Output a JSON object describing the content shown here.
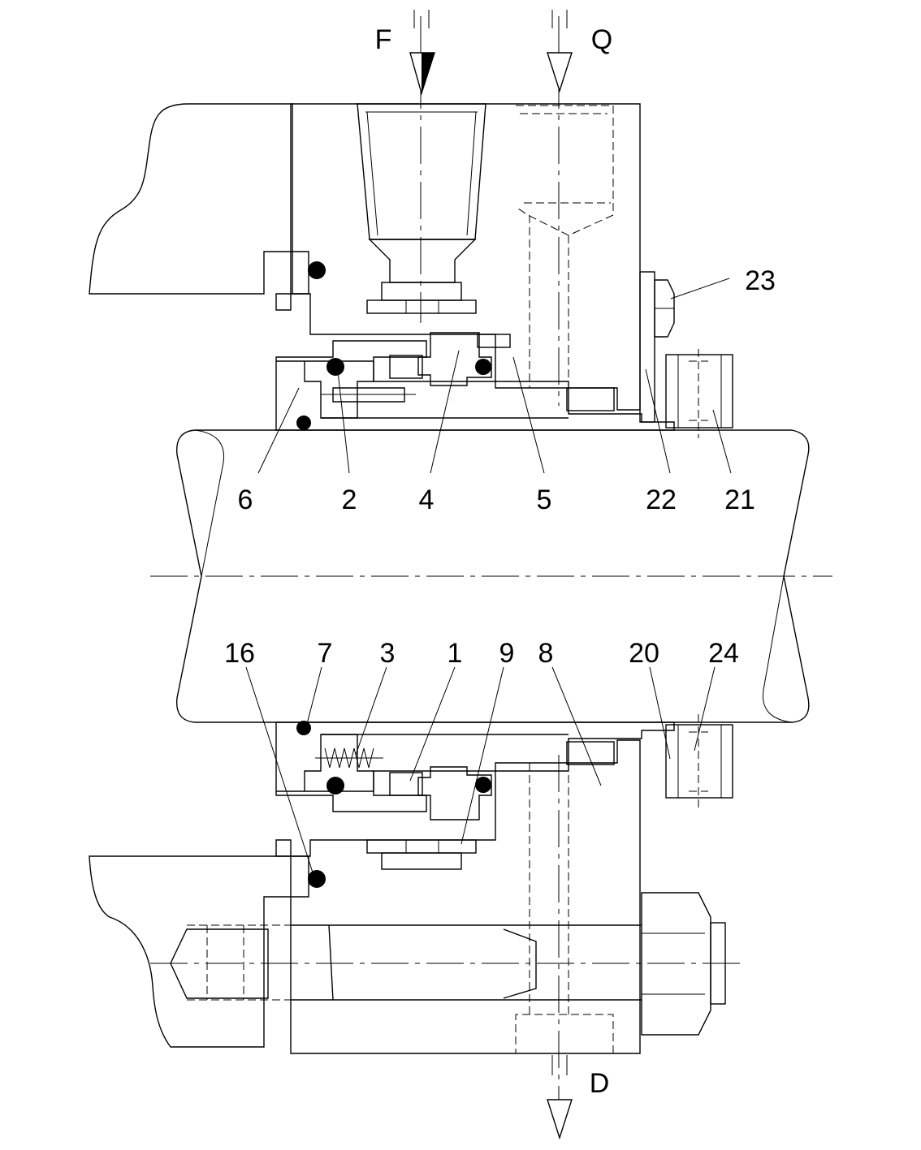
{
  "flow_labels": {
    "f": "F",
    "q": "Q",
    "d": "D"
  },
  "part_numbers_top": [
    "6",
    "2",
    "4",
    "5",
    "22",
    "21",
    "23"
  ],
  "part_numbers_bottom": [
    "16",
    "7",
    "3",
    "1",
    "9",
    "8",
    "20",
    "24"
  ],
  "colors": {
    "housing": "#cce6df",
    "shaft": "#a6d8f5",
    "sleeve_parts": "#d6e8b4",
    "rotating_ring": "#1ea8e0",
    "stationary_ring": "#b4c91e",
    "outline": "#000000",
    "background": "#ffffff"
  }
}
